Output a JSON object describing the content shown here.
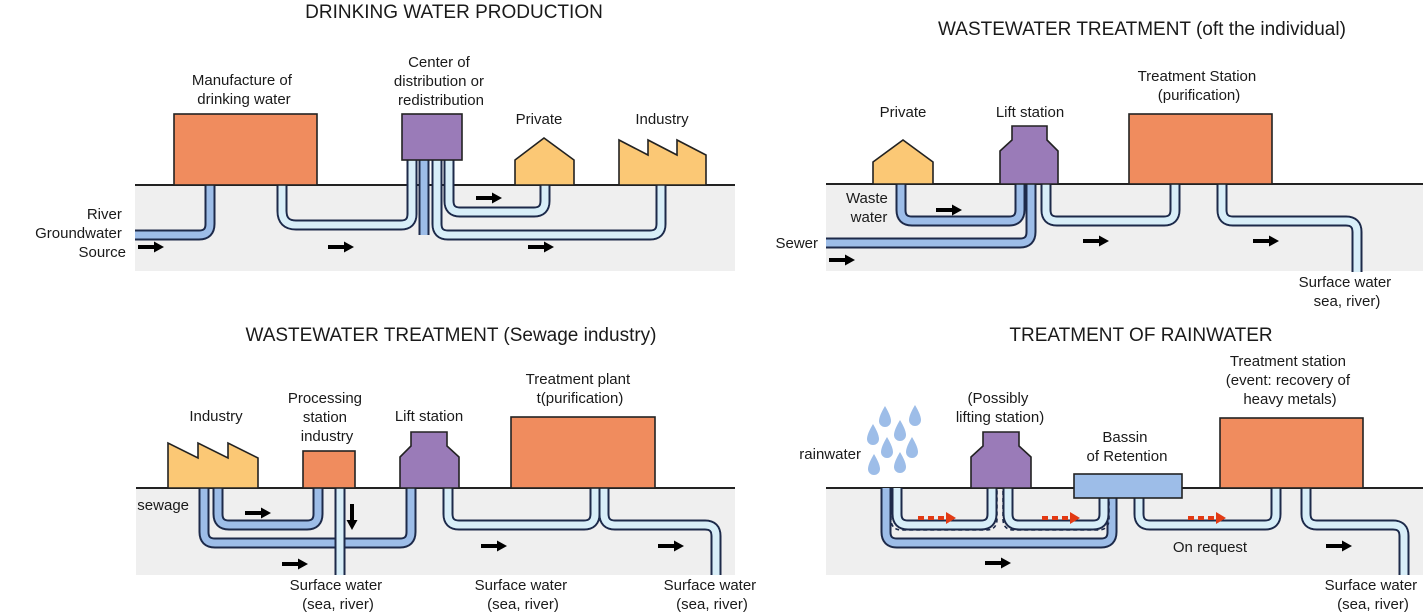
{
  "panels": {
    "drinking": {
      "title": "DRINKING WATER PRODUCTION",
      "manufacture": [
        "Manufacture of",
        "drinking water"
      ],
      "center": [
        "Center of",
        "distribution or",
        "redistribution"
      ],
      "private": "Private",
      "industry": "Industry",
      "source": [
        "River",
        "Groundwater",
        "Source"
      ]
    },
    "wastewater_individual": {
      "title": "WASTEWATER TREATMENT  (oft the individual)",
      "private": "Private",
      "lift": "Lift station",
      "treatment": [
        "Treatment Station",
        "(purification)"
      ],
      "waste": [
        "Waste",
        "water"
      ],
      "sewer": "Sewer",
      "surface": [
        "Surface water",
        "sea, river)"
      ]
    },
    "wastewater_industry": {
      "title": "WASTEWATER TREATMENT (Sewage industry)",
      "industry": "Industry",
      "processing": [
        "Processing",
        "station",
        "industry"
      ],
      "lift": "Lift station",
      "plant": [
        "Treatment plant",
        "t(purification)"
      ],
      "sewage": "sewage",
      "surface1": [
        "Surface water",
        "(sea, river)"
      ],
      "surface2": [
        "Surface water",
        "(sea, river)"
      ],
      "surface3": [
        "Surface water",
        "(sea, river)"
      ]
    },
    "rainwater": {
      "title": "TREATMENT OF RAINWATER",
      "rainwater": "rainwater",
      "lifting": [
        "(Possibly",
        "lifting station)"
      ],
      "bassin": [
        "Bassin",
        "of Retention"
      ],
      "station": [
        "Treatment station",
        "(event: recovery of",
        "heavy metals)"
      ],
      "on_request": "On request",
      "surface": [
        "Surface water",
        "(sea, river)"
      ]
    }
  },
  "colors": {
    "orange": "#f08c5e",
    "yellow": "#fbc875",
    "purple": "#9a7bb8",
    "pipe_dark": "#9dbde8",
    "pipe_light": "#d8eef8",
    "arrow": "#e23a14",
    "ground": "#efefef"
  }
}
